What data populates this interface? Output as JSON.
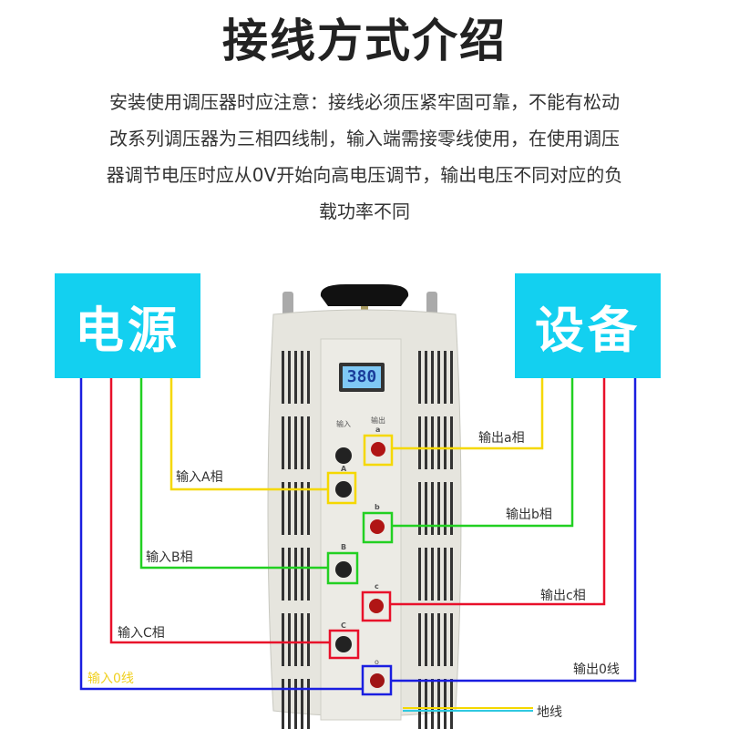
{
  "title": "接线方式介绍",
  "description": [
    "安装使用调压器时应注意：接线必须压紧牢固可靠，不能有松动",
    "改系列调压器为三相四线制，输入端需接零线使用，在使用调压",
    "器调节电压时应从0V开始向高电压调节，输出电压不同对应的负",
    "载功率不同"
  ],
  "source_box": "电源",
  "device_box": "设备",
  "display_value": "380",
  "panel_labels": {
    "input": "输入",
    "output": "输出",
    "a": "a",
    "b": "b",
    "c": "c",
    "A": "A",
    "B": "B",
    "C": "C",
    "zero": "o"
  },
  "labels": {
    "input_a": "输入A相",
    "input_b": "输入B相",
    "input_c": "输入C相",
    "input_0": "输入0线",
    "output_a": "输出a相",
    "output_b": "输出b相",
    "output_c": "输出c相",
    "output_0": "输出0线",
    "ground": "地线"
  },
  "colors": {
    "accent": "#13d0f0",
    "phase_a": "#f5d800",
    "phase_b": "#22d022",
    "phase_c": "#e8102a",
    "neutral": "#1a1ee0"
  }
}
